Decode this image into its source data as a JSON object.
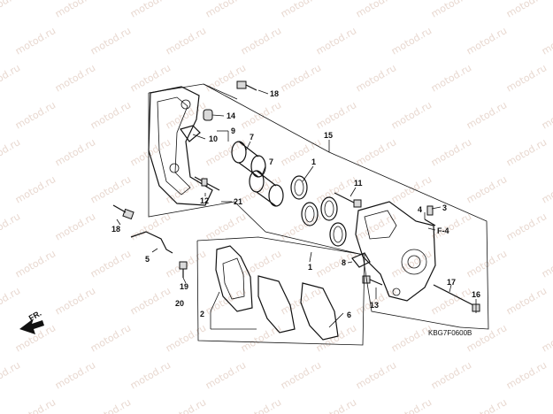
{
  "watermark": {
    "text": "motod.ru"
  },
  "diagram_code": "KBG7F0600B",
  "direction_label": "FR.",
  "callouts": [
    {
      "id": "c1a",
      "text": "1"
    },
    {
      "id": "c1b",
      "text": "1"
    },
    {
      "id": "c2",
      "text": "2"
    },
    {
      "id": "c3",
      "text": "3"
    },
    {
      "id": "c4",
      "text": "4"
    },
    {
      "id": "c5",
      "text": "5"
    },
    {
      "id": "c6",
      "text": "6"
    },
    {
      "id": "c7a",
      "text": "7"
    },
    {
      "id": "c7b",
      "text": "7"
    },
    {
      "id": "c8",
      "text": "8"
    },
    {
      "id": "c9",
      "text": "9"
    },
    {
      "id": "c10",
      "text": "10"
    },
    {
      "id": "c11",
      "text": "11"
    },
    {
      "id": "c12",
      "text": "12"
    },
    {
      "id": "c13",
      "text": "13"
    },
    {
      "id": "c14",
      "text": "14"
    },
    {
      "id": "c15",
      "text": "15"
    },
    {
      "id": "c16",
      "text": "16"
    },
    {
      "id": "c17",
      "text": "17"
    },
    {
      "id": "c18a",
      "text": "18"
    },
    {
      "id": "c18b",
      "text": "18"
    },
    {
      "id": "c19",
      "text": "19"
    },
    {
      "id": "c20",
      "text": "20"
    },
    {
      "id": "c21",
      "text": "21"
    },
    {
      "id": "cF4",
      "text": "F-4"
    }
  ]
}
